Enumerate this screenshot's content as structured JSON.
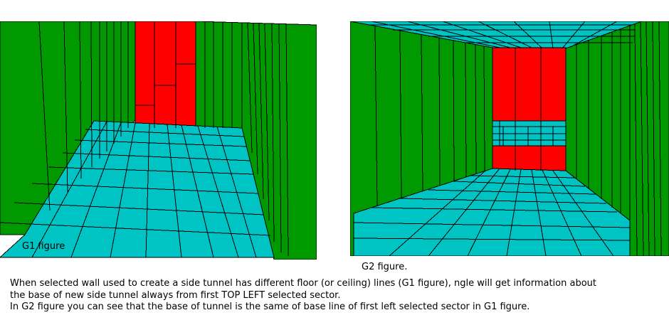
{
  "figures": {
    "g1": {
      "label": "G1 figure"
    },
    "g2": {
      "label": "G2 figure."
    }
  },
  "colors": {
    "wall": "#009900",
    "selected_sector": "#ff0000",
    "floor_ceiling": "#00c4c4",
    "outline": "#000000",
    "background": "#ffffff"
  },
  "caption": {
    "line1": "When  selected wall used to create a side tunnel has different floor (or ceiling) lines (G1 figure), ngle will get information about",
    "line2": "the base of new side tunnel always from first TOP  LEFT selected sector.",
    "line3": "In G2 figure you can see that the base of tunnel is the same of base line of first left selected sector in G1 figure."
  }
}
